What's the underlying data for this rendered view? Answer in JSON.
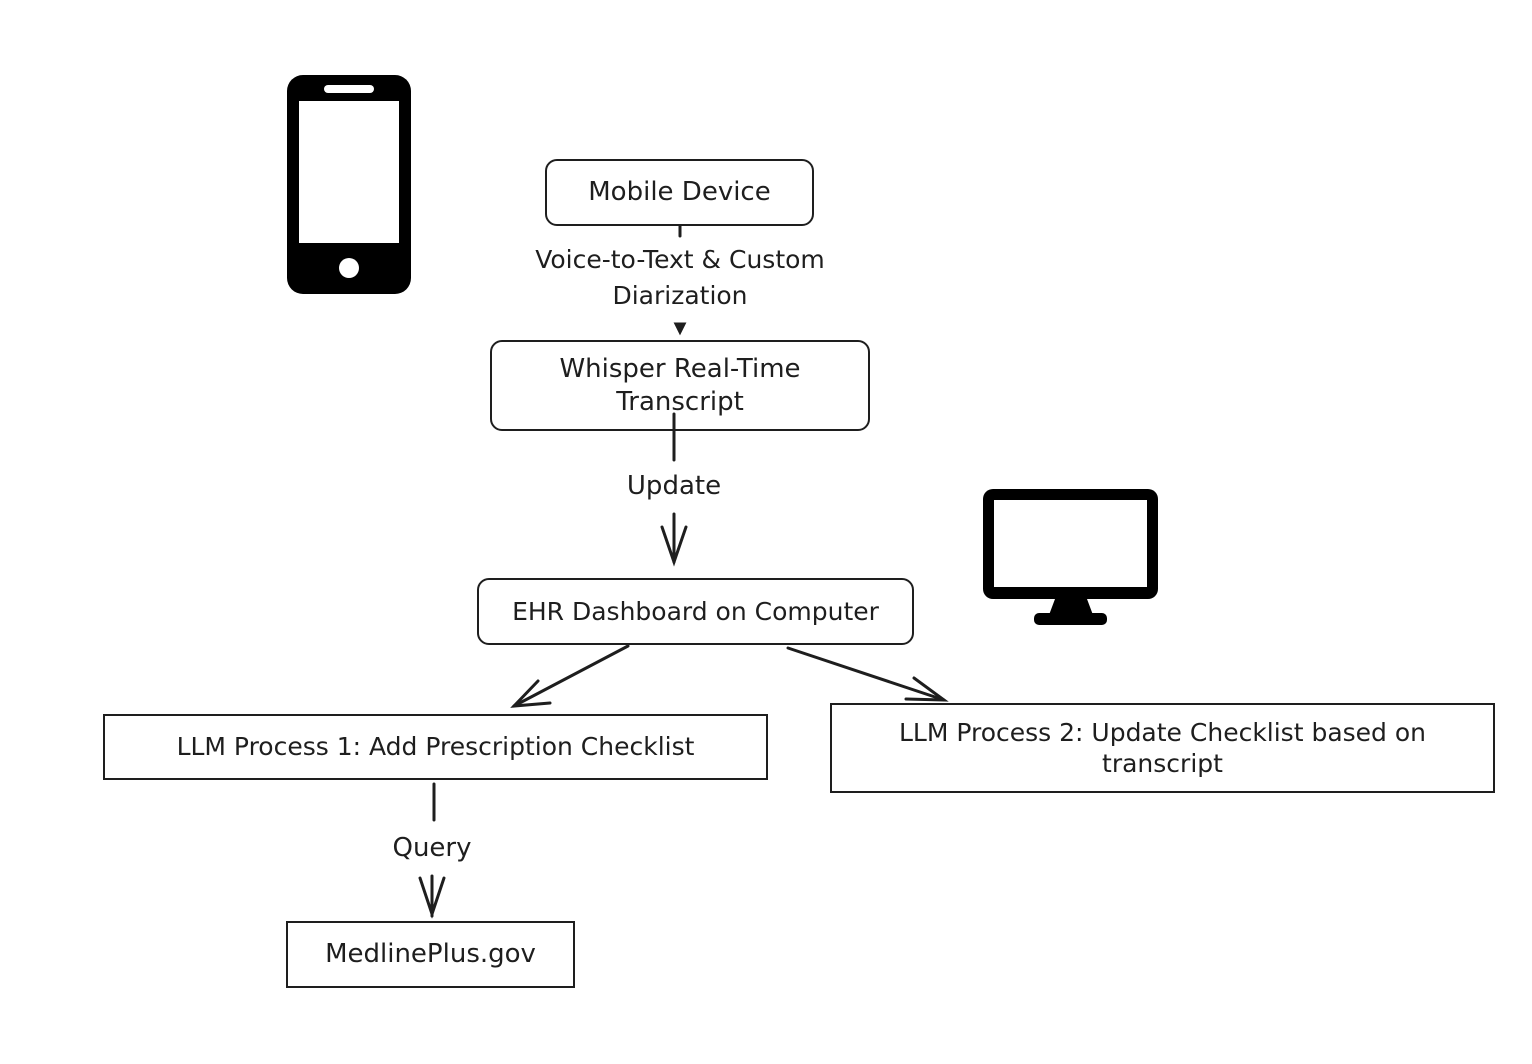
{
  "diagram": {
    "nodes": {
      "mobile_device": "Mobile Device",
      "whisper": "Whisper Real-Time Transcript",
      "ehr_dashboard": "EHR Dashboard on Computer",
      "llm_process_1": "LLM Process 1: Add Prescription Checklist",
      "llm_process_2": "LLM Process 2: Update Checklist based on transcript",
      "medlineplus": "MedlinePlus.gov"
    },
    "edges": {
      "mobile_to_whisper": "Voice-to-Text & Custom Diarization",
      "whisper_to_ehr": "Update",
      "ehr_to_llm1": "",
      "ehr_to_llm2": "",
      "llm1_to_medline": "Query"
    },
    "icons": {
      "phone": "smartphone-icon",
      "computer": "desktop-monitor-icon"
    },
    "colors": {
      "stroke": "#1e1e1e",
      "background": "#ffffff"
    }
  }
}
